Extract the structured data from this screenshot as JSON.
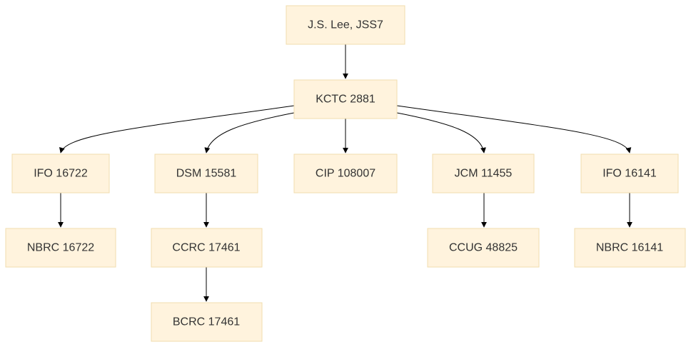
{
  "diagram": {
    "nodes": {
      "jss7": "J.S. Lee, JSS7",
      "kctc2881": "KCTC 2881",
      "ifo16722": "IFO 16722",
      "dsm15581": "DSM 15581",
      "cip108007": "CIP 108007",
      "jcm11455": "JCM 11455",
      "ifo16141": "IFO 16141",
      "nbrc16722": "NBRC 16722",
      "ccrc17461": "CCRC 17461",
      "ccug48825": "CCUG 48825",
      "nbrc16141": "NBRC 16141",
      "bcrc17461": "BCRC 17461"
    },
    "edges": [
      {
        "from": "jss7",
        "to": "kctc2881"
      },
      {
        "from": "kctc2881",
        "to": "ifo16722"
      },
      {
        "from": "kctc2881",
        "to": "dsm15581"
      },
      {
        "from": "kctc2881",
        "to": "cip108007"
      },
      {
        "from": "kctc2881",
        "to": "jcm11455"
      },
      {
        "from": "kctc2881",
        "to": "ifo16141"
      },
      {
        "from": "ifo16722",
        "to": "nbrc16722"
      },
      {
        "from": "dsm15581",
        "to": "ccrc17461"
      },
      {
        "from": "ccrc17461",
        "to": "bcrc17461"
      },
      {
        "from": "jcm11455",
        "to": "ccug48825"
      },
      {
        "from": "ifo16141",
        "to": "nbrc16141"
      }
    ],
    "colors": {
      "node_fill": "#fff3dd",
      "node_border": "#f0dcae",
      "edge": "#000000",
      "text": "#333333"
    }
  }
}
